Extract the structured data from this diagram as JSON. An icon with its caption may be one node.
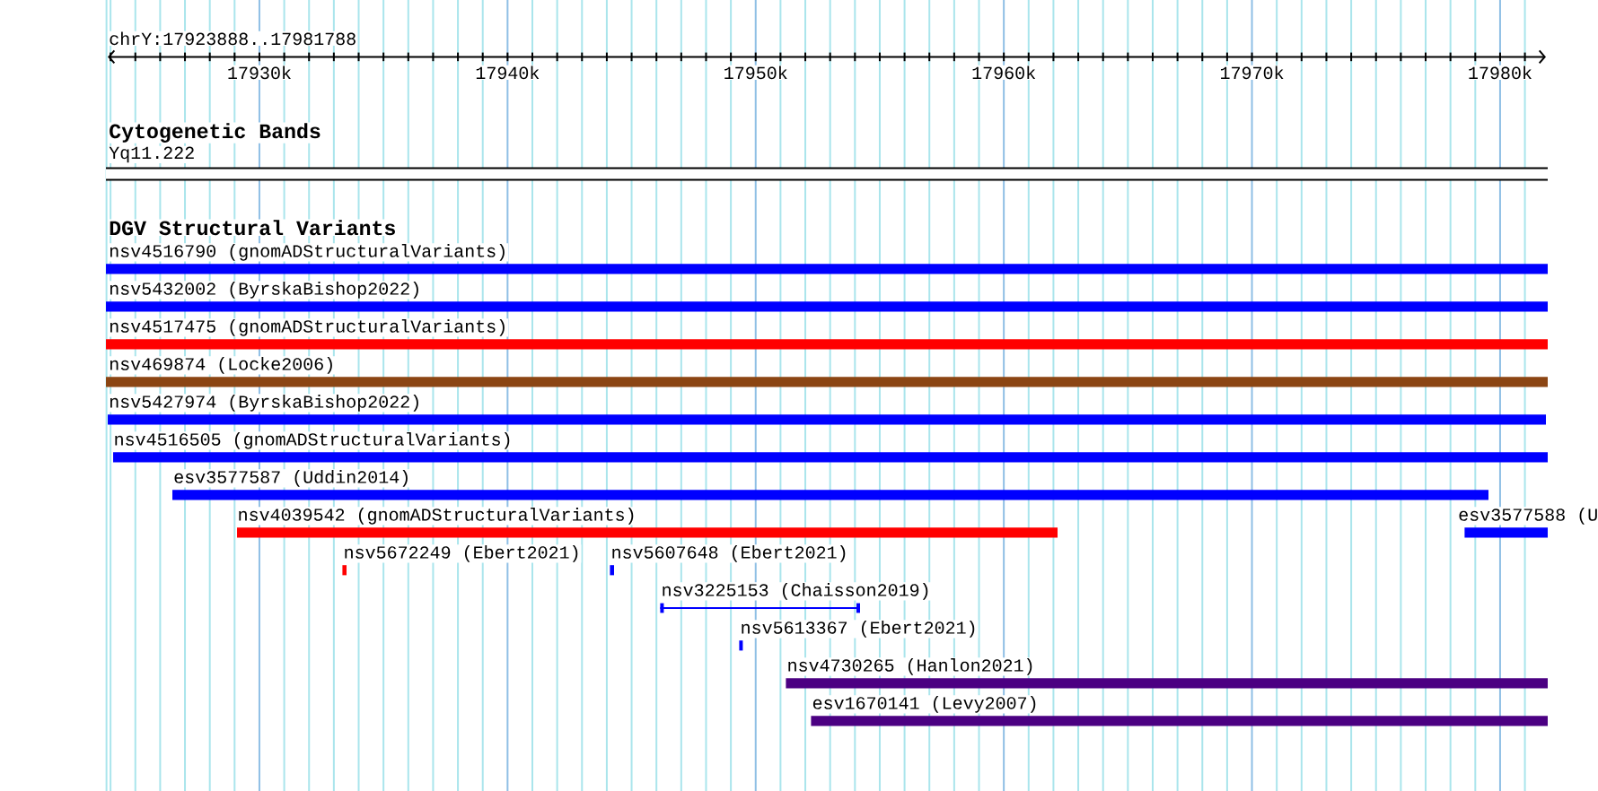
{
  "diagram": {
    "nodes": [
      {
        "text": [
          "Cytogenetic Bands",
          "Yq11.222"
        ]
      },
      {
        "text": [
          "nsv4516790 (gnomADStructuralVariants)"
        ]
      },
      {
        "text": [
          "nsv5432002 (ByrskaBishop2022)"
        ]
      },
      {
        "text": [
          "nsv4517475 (gnomADStructuralVariants)"
        ]
      },
      {
        "text": [
          "nsv469874 (Locke2006)"
        ]
      },
      {
        "text": [
          "nsv5427974 (ByrskaBishop2022)"
        ]
      },
      {
        "text": [
          "nsv4516505 (gnomADStructuralVariants)"
        ]
      },
      {
        "text": [
          "esv3577587 (Uddin2014)"
        ]
      },
      {
        "text": [
          "nsv4039542 (gnomADStructuralVariants)"
        ]
      },
      {
        "text": [
          "esv3577588 (U"
        ]
      },
      {
        "text": [
          "nsv5672249 (Ebert2021)"
        ]
      },
      {
        "text": [
          "nsv5607648 (Ebert2021)"
        ]
      },
      {
        "text": [
          "nsv3225153 (Chaisson2019)"
        ]
      },
      {
        "text": [
          "nsv5613367 (Ebert2021)"
        ]
      },
      {
        "text": [
          "nsv4730265 (Hanlon2021)"
        ]
      },
      {
        "text": [
          "esv1670141 (Levy2007)"
        ]
      }
    ],
    "labels": [
      "chrY:17923888..17981788",
      "17930k",
      "17940k",
      "17950k",
      "17960k",
      "17970k",
      "17980k",
      "DGV Structural Variants"
    ]
  }
}
